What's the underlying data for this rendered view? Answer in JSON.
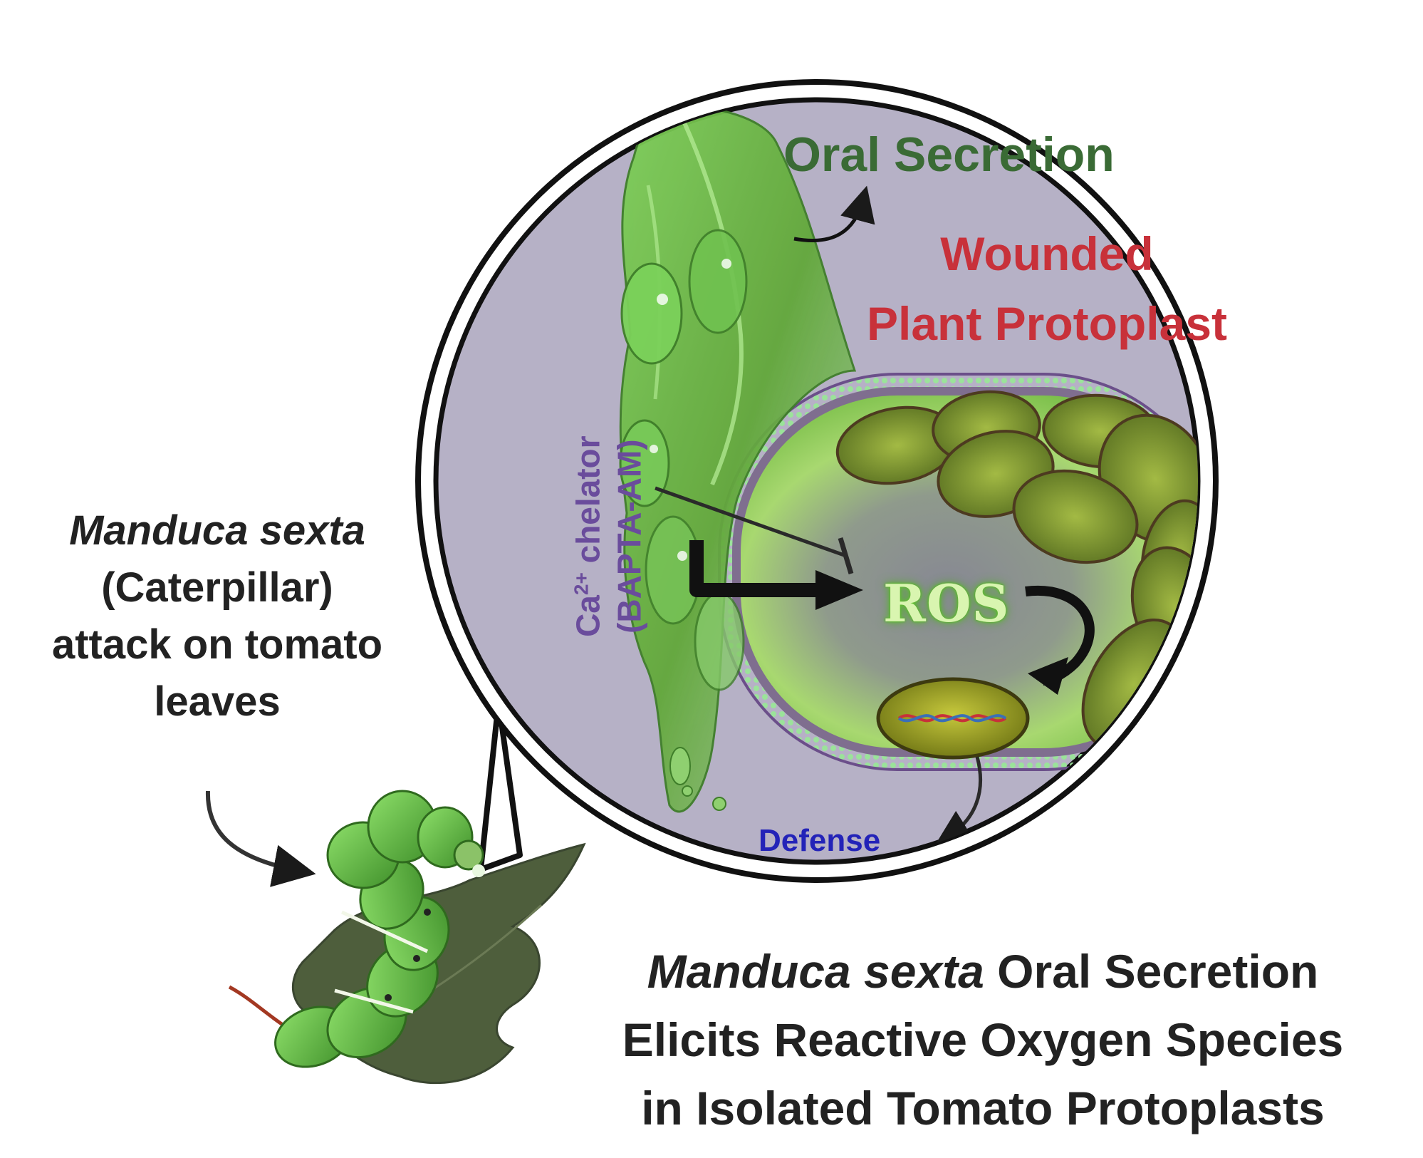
{
  "labels": {
    "left_caption": {
      "species": "Manduca sexta",
      "line2": "(Caterpillar)",
      "line3": "attack on tomato",
      "line4": "leaves"
    },
    "oral_secretion": "Oral Secretion",
    "wounded": {
      "line1": "Wounded",
      "line2": "Plant Protoplast"
    },
    "chelator": {
      "ca": "Ca",
      "ca_charge": "2+",
      "chelator_word": " chelator",
      "agent": "(BAPTA-AM)"
    },
    "ros": "ROS",
    "defense": "Defense",
    "bottom_caption": {
      "species": "Manduca sexta",
      "line1_rest": " Oral Secretion",
      "line2": "Elicits Reactive Oxygen Species",
      "line3": "in Isolated Tomato Protoplasts"
    }
  },
  "colors": {
    "oral_secretion_text": "#3a6b35",
    "wounded_text": "#c8313a",
    "chelator_text": "#6a4c9c",
    "defense_text": "#2323b8",
    "ros_glow": "#6fcf3a",
    "circle_fill": "#b8b3c8",
    "membrane": "#8fd48a",
    "chloroplast": "#7a8f2a",
    "caterpillar": "#5cb83a",
    "leaf": "#4e5e3c"
  },
  "icons": [
    "magnifier-circle",
    "caterpillar",
    "tomato-leaf",
    "oral-secretion-drips",
    "chloroplast",
    "nucleus-dna",
    "inhibition-bar",
    "arrow"
  ]
}
